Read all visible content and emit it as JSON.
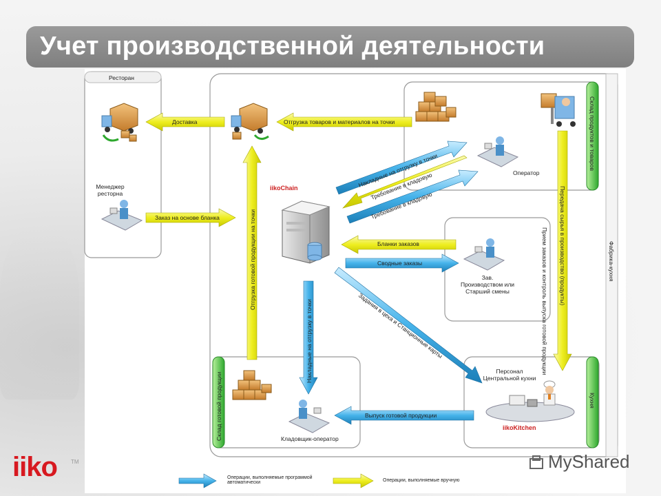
{
  "title": "Учет производственной деятельности",
  "logo": {
    "text": "iiko",
    "tm": "TM"
  },
  "watermark": "MyShared",
  "regions": {
    "restaurant": "Ресторан",
    "factory": "Фабрика-кухня",
    "warehouse_products": "Склад продуктов и товаров",
    "warehouse_finished": "Склад готовой продукции",
    "kitchen": "Кухня"
  },
  "actors": {
    "manager": "Менеджер ресторна",
    "operator": "Оператор",
    "production_head": "Зав. Производством или Старший смены",
    "storekeeper": "Кладовщик-оператор",
    "central_kitchen_staff": "Персонал Центральной кухни",
    "iikochain": "iikoChain",
    "iikokitchen": "iikoKitchen"
  },
  "arrows": {
    "delivery": "Доставка",
    "shipping_goods": "Отгрузка товаров и материалов на точки",
    "order_form": "Заказ на основе бланка",
    "invoices_to_points": "Накладные на отгрузку в точки",
    "request_1": "Требование в кладовую",
    "request_2": "Требование в кладовую",
    "order_forms": "Бланки заказов",
    "summary_orders": "Сводные заказы",
    "order_control": "Прием заказов и контроль выпуска готовой продукции",
    "raw_transfer": "Передача сырья в производство (продукты)",
    "finished_shipping": "Отгрузка готовой продукции на точки",
    "invoices_down": "Накладные на отгрузку в точки",
    "tasks": "Задания в цеха и Станционные карты",
    "finished_output": "Выпуск готовой продукции"
  },
  "legend": {
    "auto": "Операции, выполняемые программой автоматически",
    "manual": "Операции, выполняемые вручную"
  },
  "colors": {
    "auto": "#3aa7e0",
    "manual": "#f2f02a",
    "green": "#33b533",
    "red": "#cc1f1f"
  }
}
